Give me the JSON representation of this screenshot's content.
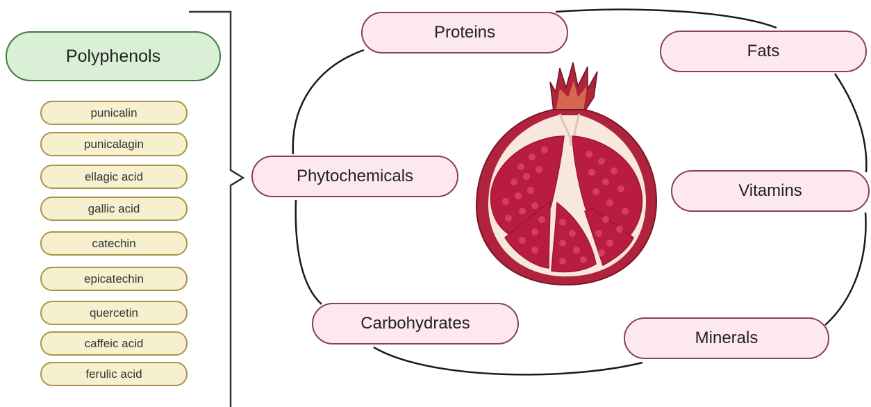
{
  "group": {
    "title": "Polyphenols",
    "items": [
      "punicalin",
      "punicalagin",
      "ellagic acid",
      "gallic acid",
      "catechin",
      "epicatechin",
      "quercetin",
      "caffeic acid",
      "ferulic acid"
    ]
  },
  "nodes": {
    "proteins": "Proteins",
    "fats": "Fats",
    "phytochemicals": "Phytochemicals",
    "vitamins": "Vitamins",
    "carbohydrates": "Carbohydrates",
    "minerals": "Minerals"
  },
  "colors": {
    "node_fill": "#fde8ee",
    "node_border": "#8a3f57",
    "group_fill": "#d9efd6",
    "group_border": "#3f7a3f",
    "item_fill": "#f6f0cf",
    "item_border": "#a89448",
    "fruit_skin": "#b0233d",
    "fruit_pith": "#f7e7dc",
    "seed": "#b81d40"
  },
  "center_image": "pomegranate-icon"
}
